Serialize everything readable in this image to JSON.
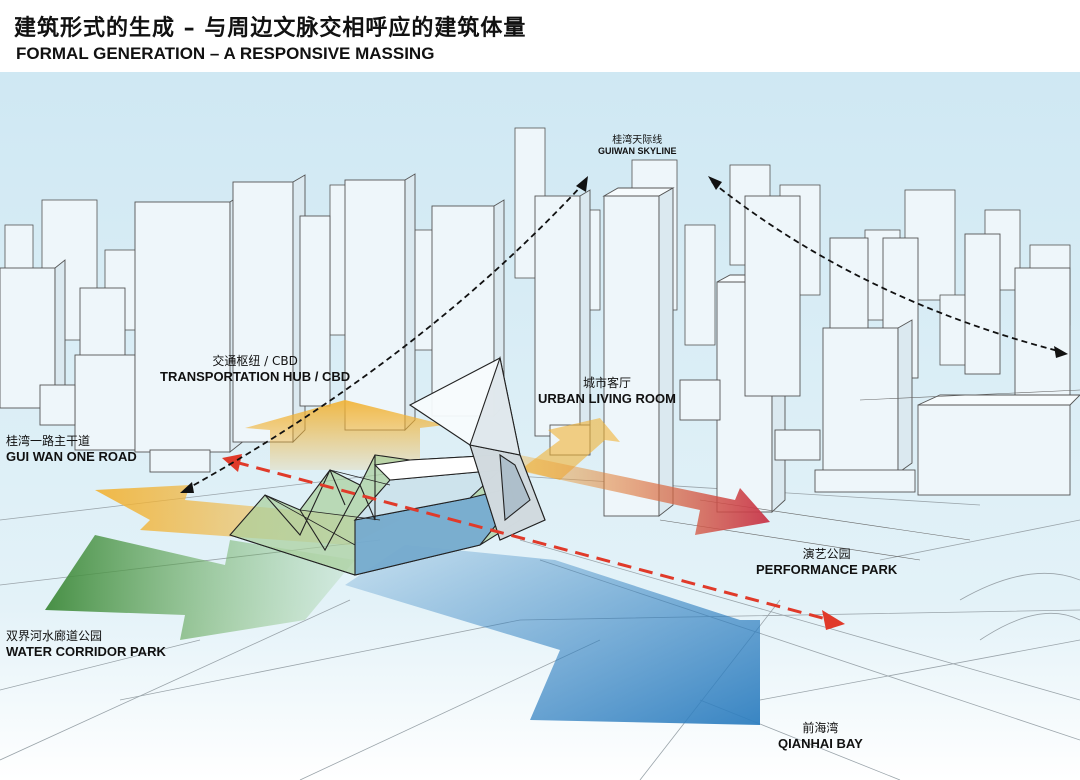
{
  "header": {
    "title_cn": "建筑形式的生成 – 与周边文脉交相呼应的建筑体量",
    "title_en": "FORMAL GENERATION – A RESPONSIVE MASSING"
  },
  "labels": {
    "skyline": {
      "cn": "桂湾天际线",
      "en": "GUIWAN SKYLINE"
    },
    "transport": {
      "cn": "交通枢纽 / CBD",
      "en": "TRANSPORTATION HUB / CBD"
    },
    "living": {
      "cn": "城市客厅",
      "en": "URBAN LIVING ROOM"
    },
    "road": {
      "cn": "桂湾一路主干道",
      "en": "GUI WAN ONE ROAD"
    },
    "performance": {
      "cn": "演艺公园",
      "en": "PERFORMANCE PARK"
    },
    "water": {
      "cn": "双界河水廊道公园",
      "en": "WATER CORRIDOR PARK"
    },
    "bay": {
      "cn": "前海湾",
      "en": "QIANHAI BAY"
    }
  },
  "colors": {
    "sky": "#d6ecf5",
    "building_fill": "#eef6fa",
    "building_stroke": "#555555",
    "arrow_green": "#3f8a3c",
    "arrow_blue": "#2f7fc0",
    "arrow_yellow": "#f2b233",
    "arrow_red": "#c8344a",
    "dash_red": "#e03a2a",
    "dash_black": "#111111"
  }
}
